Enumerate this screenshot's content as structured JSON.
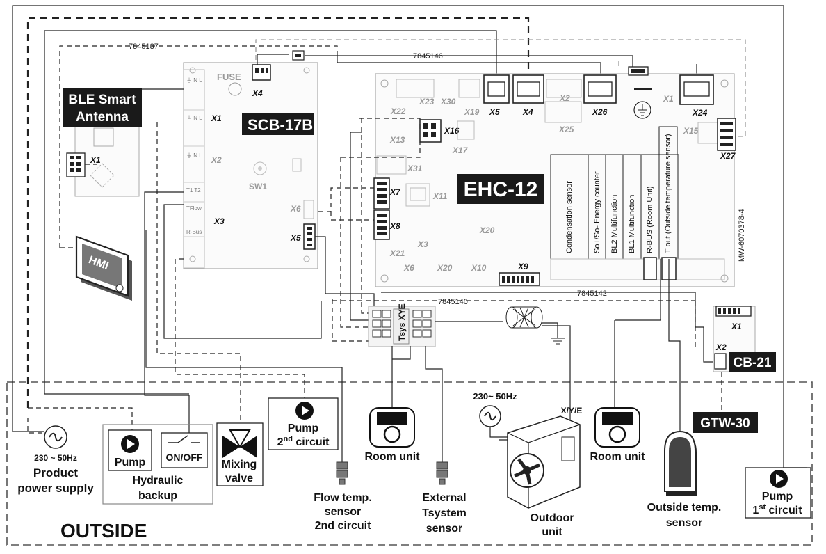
{
  "codes": {
    "c1": "7845137",
    "c2": "7845146",
    "c3": "7845140",
    "c4": "7845142",
    "mw": "MW-6070378-4"
  },
  "boards": {
    "scb_title": "SCB-17B",
    "ehc_title": "EHC-12",
    "ble_line1": "BLE Smart",
    "ble_line2": "Antenna",
    "cb21": "CB-21",
    "gtw30": "GTW-30",
    "hmi": "HMI"
  },
  "scb_labels": {
    "fuse": "FUSE",
    "x4": "X4",
    "x1": "X1",
    "x2": "X2",
    "x3": "X3",
    "x5": "X5",
    "x6": "X6",
    "sw1": "SW1"
  },
  "ble_labels": {
    "x1": "X1"
  },
  "ehc_labels": {
    "x23": "X23",
    "x30": "X30",
    "x19": "X19",
    "x5": "X5",
    "x4": "X4",
    "x2": "X2",
    "x25": "X25",
    "x26": "X26",
    "x1": "X1",
    "x24": "X24",
    "x15": "X15",
    "x27": "X27",
    "x22": "X22",
    "x16": "X16",
    "x13": "X13",
    "x17": "X17",
    "x31": "X31",
    "x7": "X7",
    "x11": "X11",
    "x8": "X8",
    "x20a": "X20",
    "x3": "X3",
    "x21": "X21",
    "x6": "X6",
    "x20b": "X20",
    "x10": "X10",
    "x9": "X9"
  },
  "cb21_labels": {
    "x1": "X1",
    "x2": "X2"
  },
  "ehc_terminals": [
    "Condensation sensor",
    "So+/So- Energy counter",
    "BL2 Multifunction",
    "BL1 Multifunction",
    "R-BUS (Room Unit)",
    "T out (Outside temperature sensor)"
  ],
  "terminal_block": {
    "label": "Tsys XYE"
  },
  "outside": {
    "title": "OUTSIDE",
    "power_voltage": "230 ~ 50Hz",
    "power_line1": "Product",
    "power_line2": "power supply",
    "pump": "Pump",
    "onoff": "ON/OFF",
    "hydraulic_line1": "Hydraulic",
    "hydraulic_line2": "backup",
    "mixing_line1": "Mixing",
    "mixing_line2": "valve",
    "pump2_line1": "Pump",
    "pump2_line2_base": "2",
    "pump2_line2_sup": "nd",
    "pump2_line2_tail": " circuit",
    "room_unit_1": "Room unit",
    "room_unit_2": "Room unit",
    "flow_line1": "Flow temp.",
    "flow_line2": "sensor",
    "flow_line3": "2nd circuit",
    "ext_line1": "External",
    "ext_line2": "Tsystem",
    "ext_line3": "sensor",
    "outdoor_voltage": "230~ 50Hz",
    "xye": "X/Y/E",
    "outdoor_line1": "Outdoor",
    "outdoor_line2": "unit",
    "otemp_line1": "Outside temp.",
    "otemp_line2": "sensor",
    "pump1_line1": "Pump",
    "pump1_line2_base": "1",
    "pump1_line2_sup": "st",
    "pump1_line2_tail": " circuit"
  }
}
